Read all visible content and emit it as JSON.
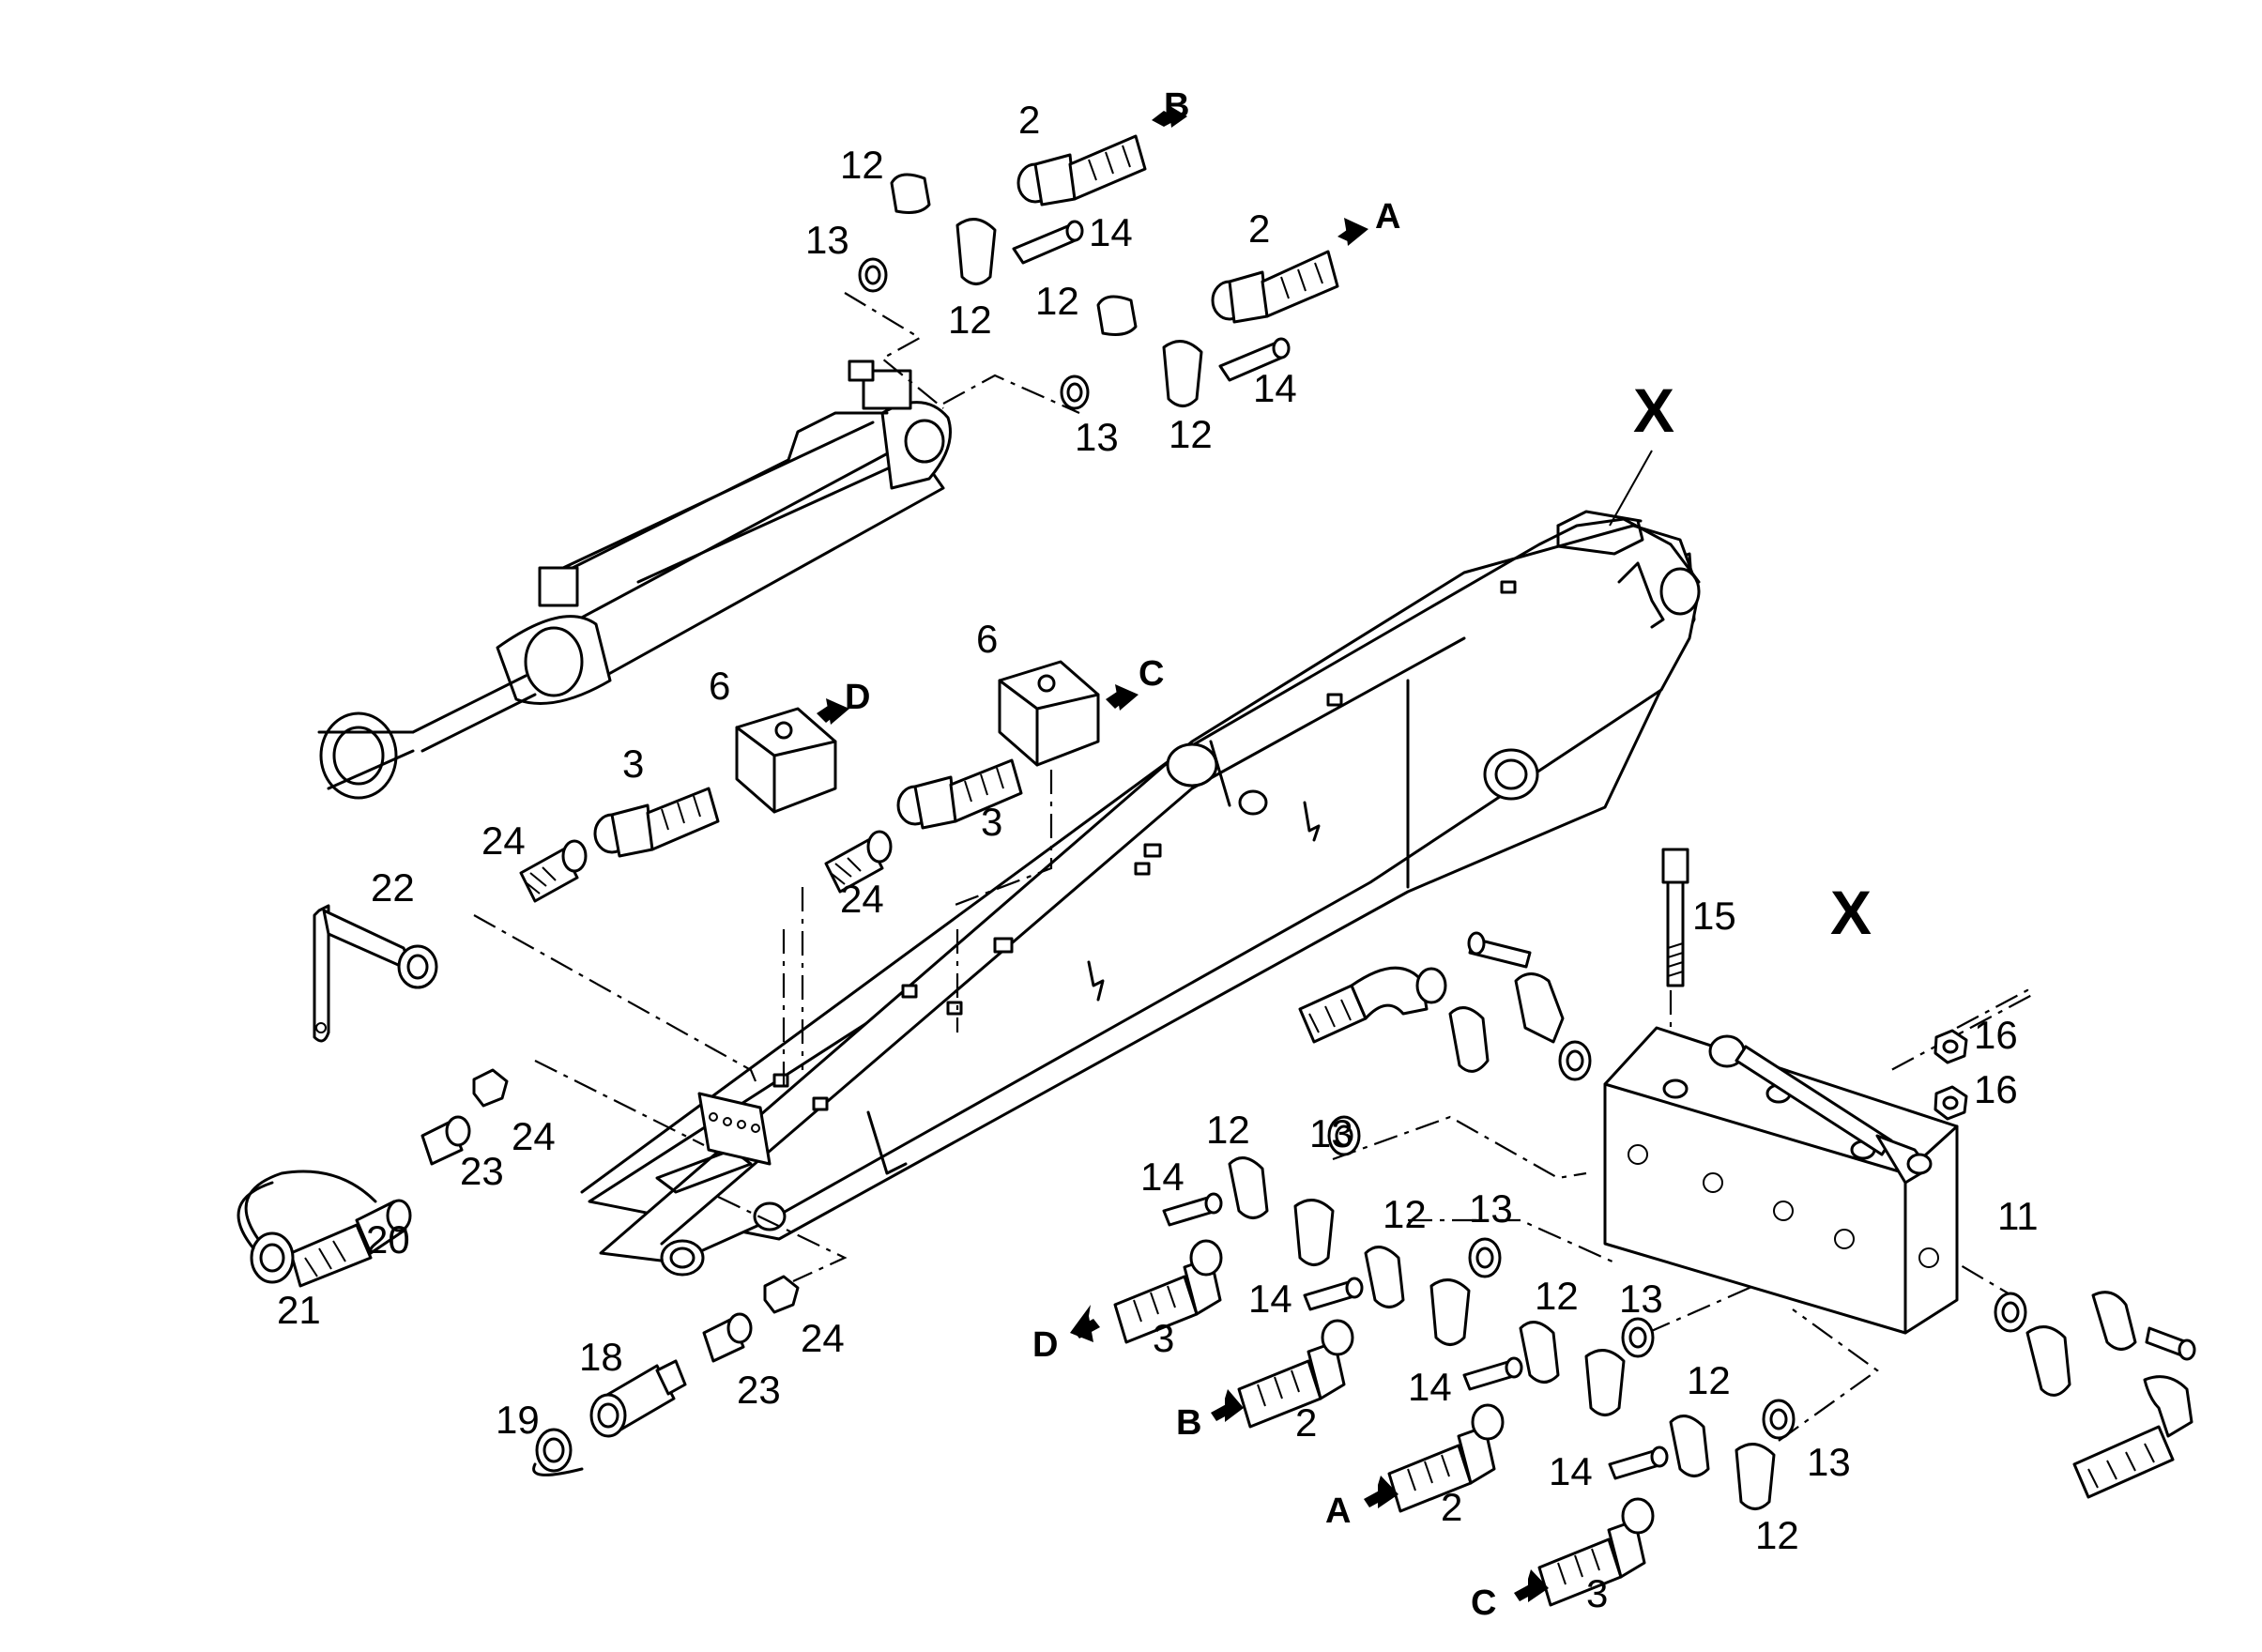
{
  "labels": {
    "n1": "2",
    "n2": "12",
    "n3": "13",
    "n4": "12",
    "n5": "14",
    "n6": "2",
    "n7": "12",
    "n8": "13",
    "n9": "12",
    "n10": "14",
    "n11": "6",
    "n12": "6",
    "n13": "3",
    "n14": "3",
    "n15": "24",
    "n16": "24",
    "n17": "22",
    "n18": "24",
    "n19": "23",
    "n20": "20",
    "n21": "21",
    "n22": "18",
    "n23": "19",
    "n24": "23",
    "n25": "24",
    "n26": "15",
    "n27": "16",
    "n28": "16",
    "n29": "11",
    "n30": "12",
    "n31": "13",
    "n32": "14",
    "n33": "3",
    "n34": "12",
    "n35": "13",
    "n36": "14",
    "n37": "2",
    "n38": "12",
    "n39": "13",
    "n40": "14",
    "n41": "2",
    "n42": "12",
    "n43": "13",
    "n44": "14",
    "n45": "3",
    "n46": "12"
  },
  "letters": {
    "l1": "B",
    "l2": "A",
    "l3": "D",
    "l4": "C",
    "l5": "D",
    "l6": "B",
    "l7": "A",
    "l8": "C"
  },
  "view_marks": {
    "x1": "X",
    "x2": "X"
  }
}
